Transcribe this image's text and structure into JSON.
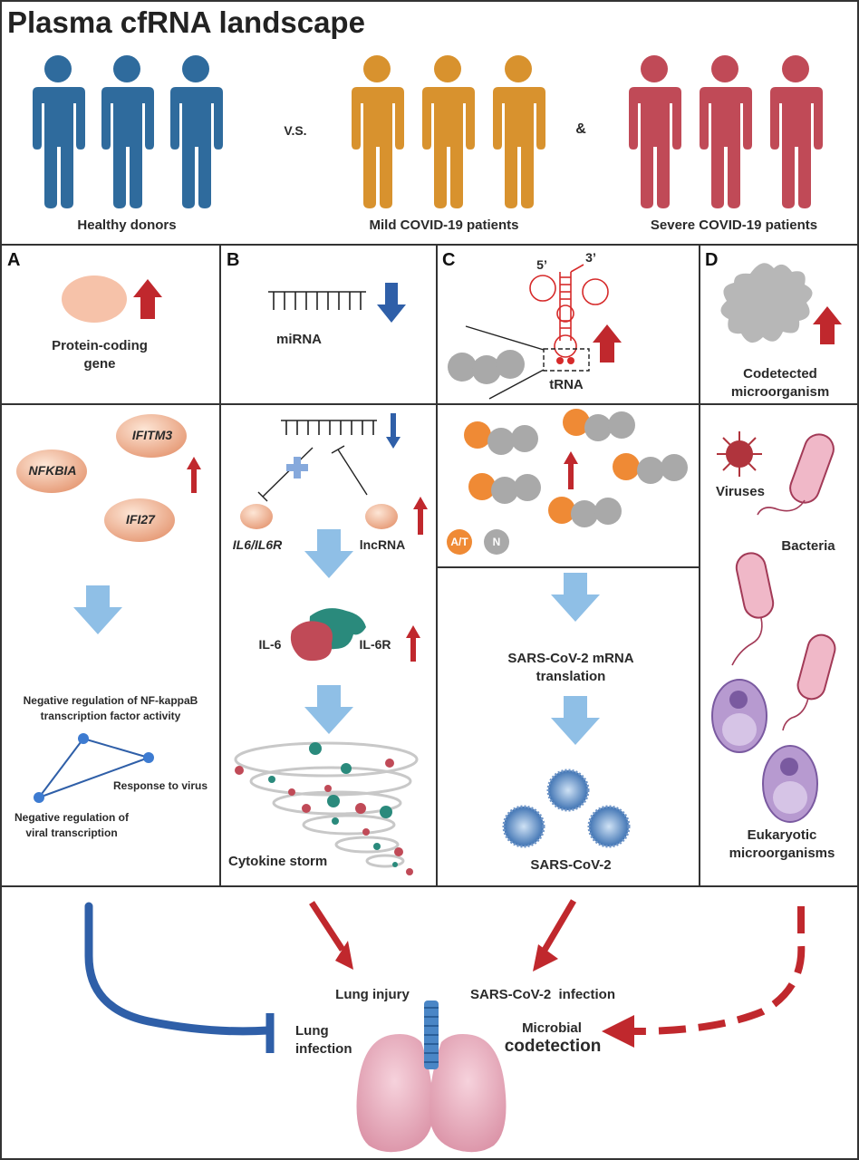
{
  "title": "Plasma cfRNA landscape",
  "groups": [
    {
      "label": "Healthy donors",
      "color": "#2f6b9d"
    },
    {
      "label": "Mild COVID-19 patients",
      "color": "#d8922e"
    },
    {
      "label": "Severe COVID-19 patients",
      "color": "#c04a57"
    }
  ],
  "connectors": {
    "vs": "V.S.",
    "and": "&"
  },
  "panels": {
    "A": {
      "letter": "A",
      "top_label": "Protein-coding\ngene",
      "genes": [
        "IFITM3",
        "NFKBIA",
        "IFI27"
      ],
      "network": {
        "node1": "Negative regulation of NF-kappaB\ntranscription factor activity",
        "node2": "Response to virus",
        "node3": "Negative regulation of\nviral transcription"
      }
    },
    "B": {
      "letter": "B",
      "top_label": "miRNA",
      "il6_label": "IL6/IL6R",
      "lncrna_label": "lncRNA",
      "il6_protein": "IL-6",
      "il6r_protein": "IL-6R",
      "storm_label": "Cytokine storm"
    },
    "C": {
      "letter": "C",
      "five_prime": "5’",
      "three_prime": "3’",
      "trna_label": "tRNA",
      "at_label": "A/T",
      "n_label": "N",
      "translation_label": "SARS-CoV-2 mRNA\ntranslation",
      "virus_label": "SARS-CoV-2"
    },
    "D": {
      "letter": "D",
      "top_label": "Codetected\nmicroorganism",
      "viruses": "Viruses",
      "bacteria": "Bacteria",
      "eukaryotic": "Eukaryotic\nmicroorganisms"
    }
  },
  "bottom": {
    "lung_infection": "Lung\ninfection",
    "lung_injury": "Lung injury",
    "sars_infection": "SARS-CoV-2  infection",
    "microbial": "Microbial",
    "codetection": "codetection"
  },
  "colors": {
    "up_arrow": "#c0282d",
    "down_arrow": "#2f5fa8",
    "big_arrow": "#8fbfe6",
    "gene_blob": "#f4c2a6",
    "orange_base": "#ef8a35",
    "grey_base": "#a9a9a9",
    "microbe": "#b7b7b7",
    "lung": "#e8b2c0"
  }
}
